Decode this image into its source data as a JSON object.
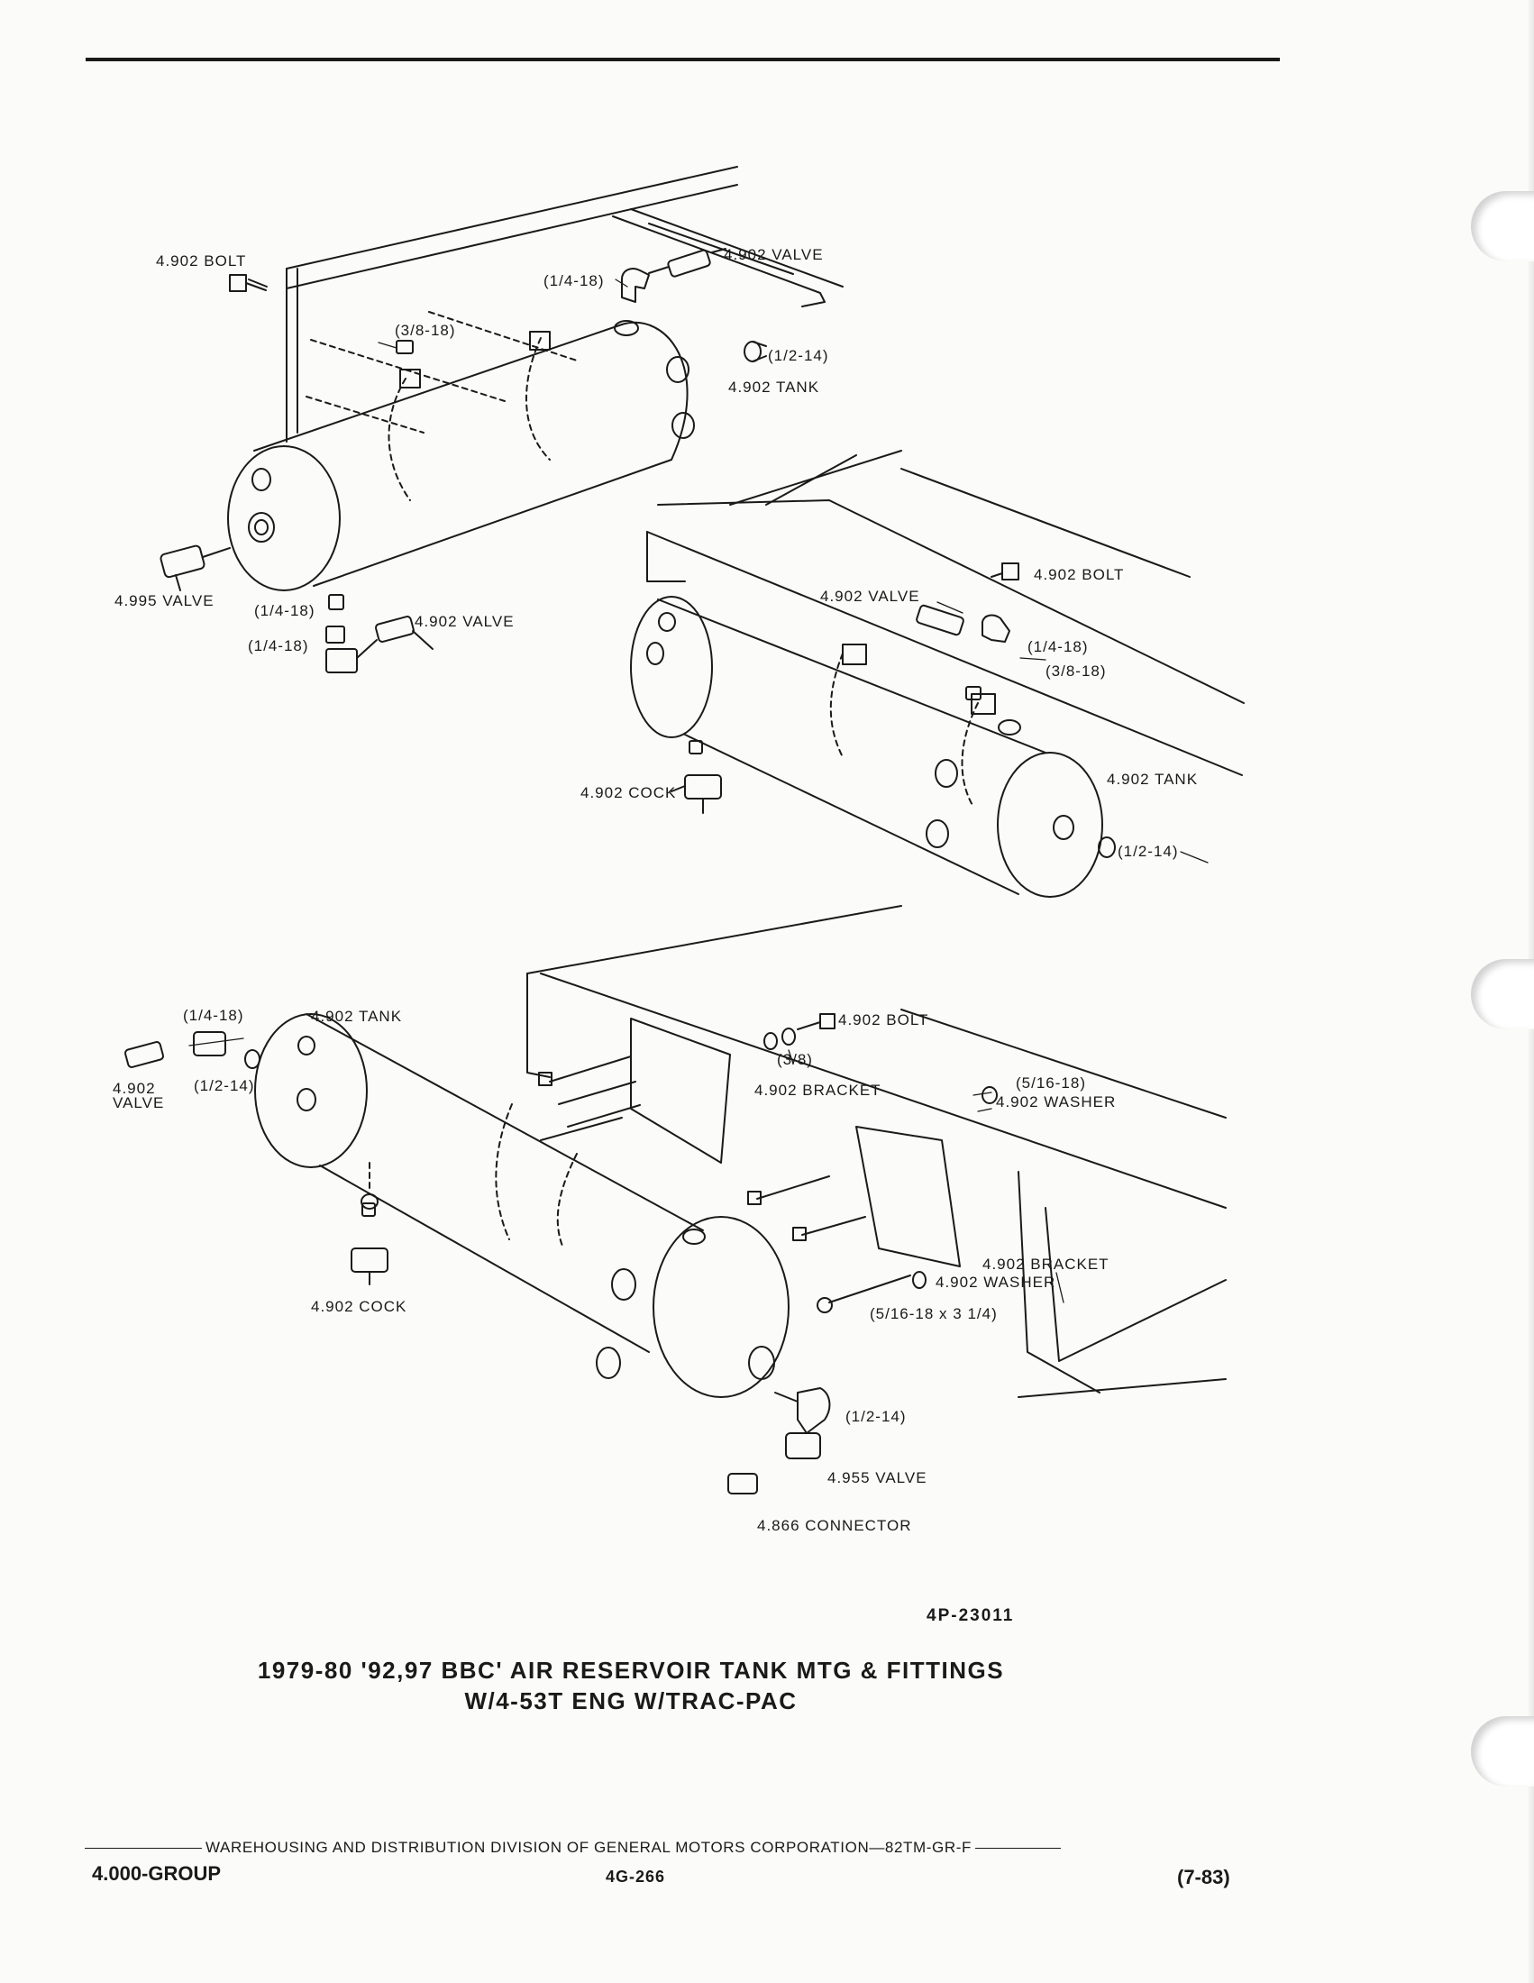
{
  "diagram1": {
    "labels": {
      "bolt": "4.902 BOLT",
      "valve_top": "4.902 VALVE",
      "fit_1418_top": "(1/4-18)",
      "fit_3818": "(3/8-18)",
      "plug_1214": "(1/2-14)",
      "tank": "4.902 TANK",
      "valve_4995": "4.995 VALVE",
      "fit_1418_a": "(1/4-18)",
      "fit_1418_b": "(1/4-18)",
      "valve_bottom": "4.902 VALVE"
    }
  },
  "diagram2": {
    "labels": {
      "bolt": "4.902 BOLT",
      "valve": "4.902 VALVE",
      "fit_1418": "(1/4-18)",
      "fit_3818": "(3/8-18)",
      "tank": "4.902 TANK",
      "cock": "4.902 COCK",
      "plug_1214": "(1/2-14)"
    }
  },
  "diagram3": {
    "labels": {
      "fit_1418": "(1/4-18)",
      "tank": "4.902 TANK",
      "valve": "4.902\nVALVE",
      "fit_1214_left": "(1/2-14)",
      "bolt": "4.902 BOLT",
      "fit_38": "(3/8)",
      "bracket_top": "4.902 BRACKET",
      "fit_51618": "(5/16-18)",
      "washer_top": "4.902 WASHER",
      "bracket_bottom": "4.902 BRACKET",
      "washer_bottom": "4.902 WASHER",
      "bolt_size": "(5/16-18 x 3 1/4)",
      "cock": "4.902 COCK",
      "fit_1214_right": "(1/2-14)",
      "valve_4955": "4.955 VALVE",
      "connector": "4.866 CONNECTOR"
    }
  },
  "drawing_number": "4P-23011",
  "caption": {
    "line1": "1979-80 '92,97 BBC' AIR RESERVOIR TANK MTG & FITTINGS",
    "line2": "W/4-53T ENG W/TRAC-PAC"
  },
  "footer": {
    "division": "WAREHOUSING AND DISTRIBUTION  DIVISION OF GENERAL MOTORS CORPORATION—82TM-GR-F",
    "group": "4.000-GROUP",
    "page": "4G-266",
    "revision": "(7-83)"
  }
}
